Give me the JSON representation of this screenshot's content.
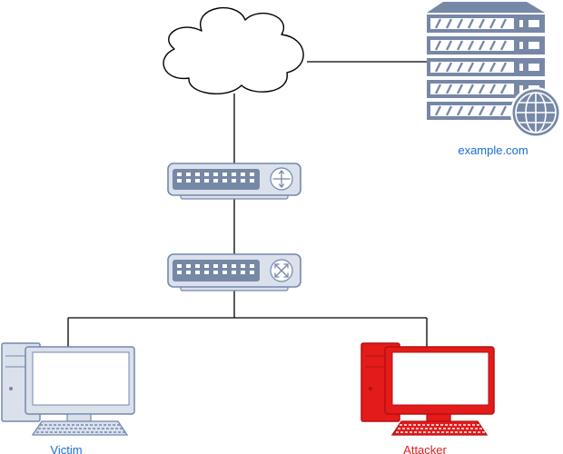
{
  "nodes": {
    "internet": {
      "icon": "cloud-icon"
    },
    "server": {
      "icon": "web-server-icon",
      "label": "example.com"
    },
    "router": {
      "icon": "router-icon"
    },
    "switch": {
      "icon": "switch-icon"
    },
    "victim": {
      "icon": "desktop-computer-icon",
      "label": "Victim"
    },
    "attacker": {
      "icon": "desktop-computer-icon",
      "label": "Attacker"
    }
  },
  "links": [
    {
      "from": "internet",
      "to": "server"
    },
    {
      "from": "internet",
      "to": "router"
    },
    {
      "from": "router",
      "to": "switch"
    },
    {
      "from": "switch",
      "to": "victim"
    },
    {
      "from": "switch",
      "to": "attacker"
    }
  ],
  "colors": {
    "device_fill": "#dae1eb",
    "device_stroke": "#7487b0",
    "server_fill": "#7788a7",
    "label_blue": "#1b6ed1",
    "attacker_red": "#e31b1b",
    "attacker_dark": "#b71010",
    "link": "#000000"
  }
}
